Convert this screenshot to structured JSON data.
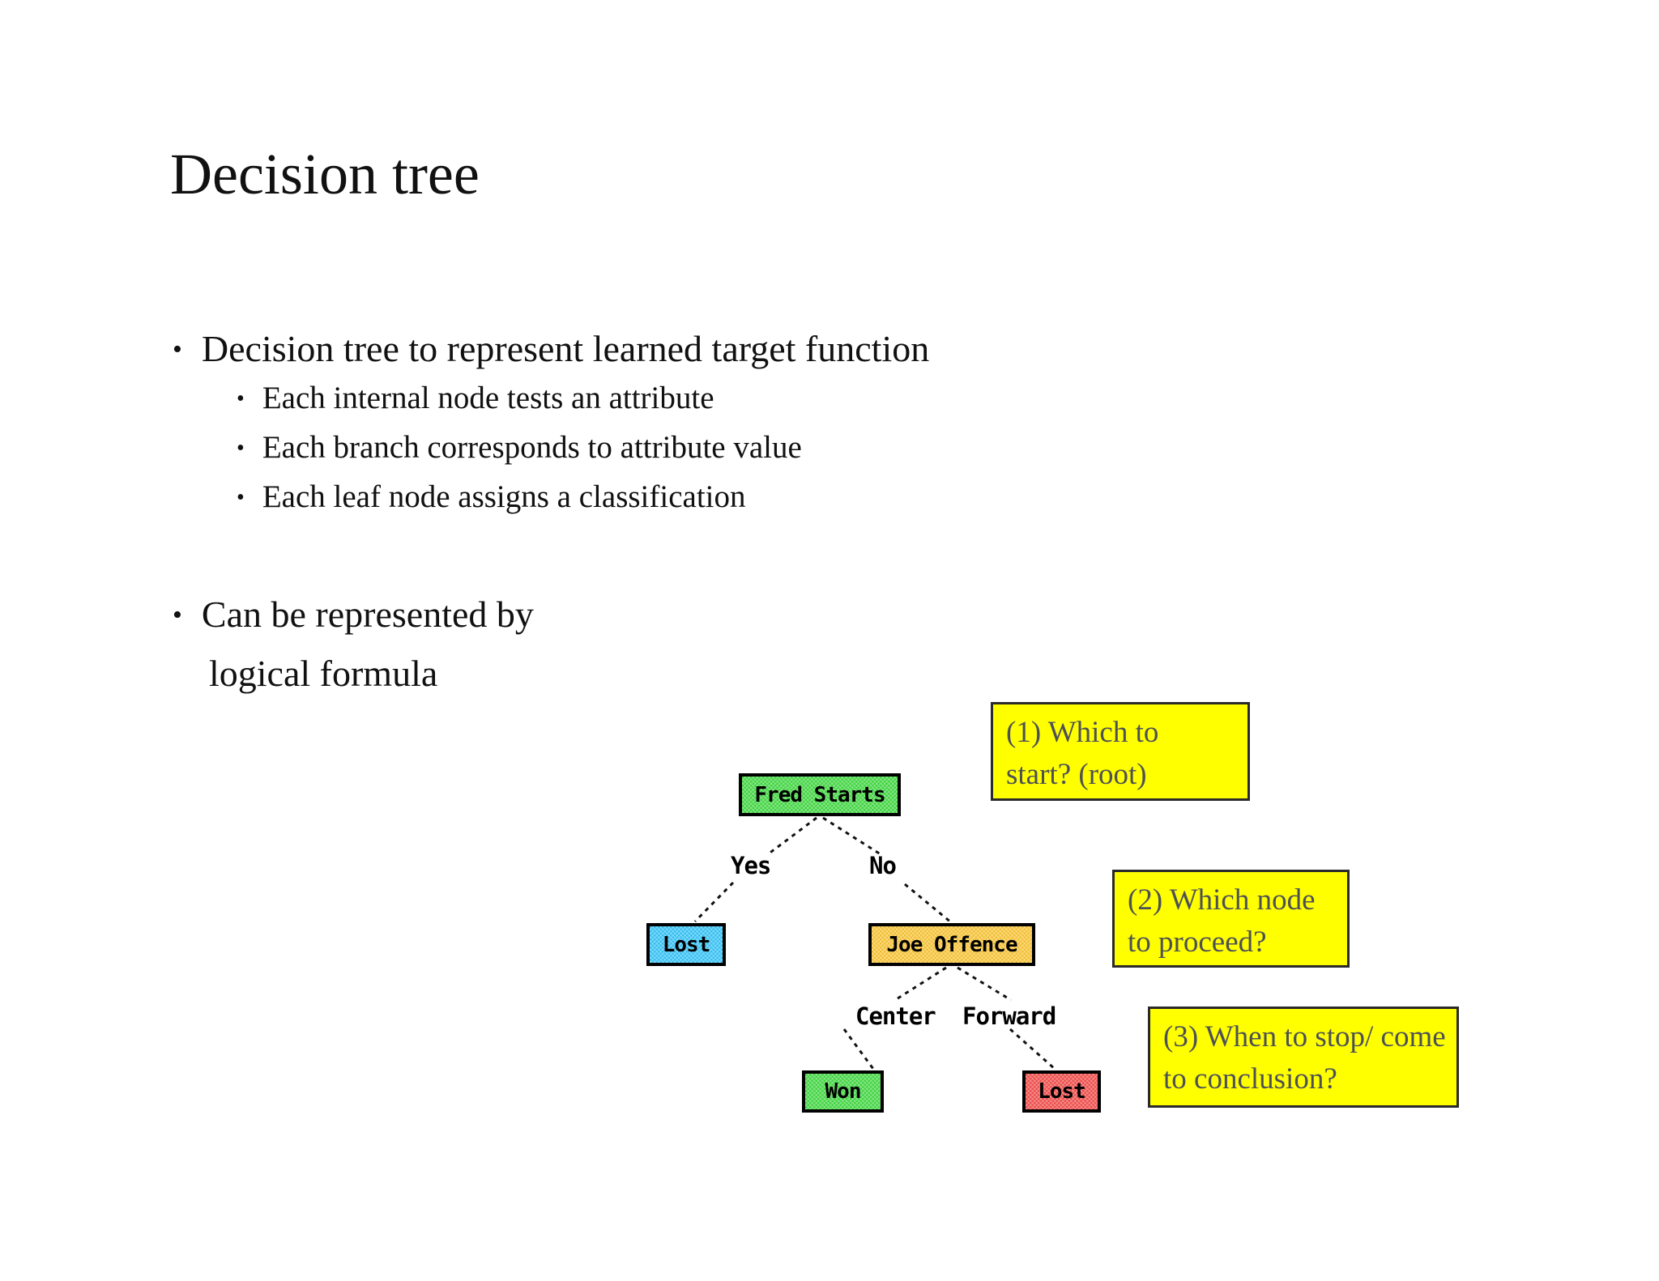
{
  "slide": {
    "title": "Decision tree",
    "bullet_glyph": "•",
    "bullets": {
      "main1": "Decision tree to represent learned target function",
      "sub1": "Each internal node tests an attribute",
      "sub2": "Each branch corresponds to attribute value",
      "sub3": "Each leaf node assigns a classification",
      "main2_line1": "Can be represented by",
      "main2_line2": "logical formula"
    }
  },
  "diagram": {
    "type": "decision-tree",
    "nodes": {
      "root": {
        "label": "Fred Starts",
        "fill": "#4adc4a"
      },
      "leaf_lost_left": {
        "label": "Lost",
        "fill": "#3fc8fa"
      },
      "internal_joe": {
        "label": "Joe Offence",
        "fill": "#fcc93e"
      },
      "leaf_won": {
        "label": "Won",
        "fill": "#4adc4a"
      },
      "leaf_lost_right": {
        "label": "Lost",
        "fill": "#f45552"
      }
    },
    "branch_labels": {
      "yes": "Yes",
      "no": "No",
      "center": "Center",
      "forward": "Forward"
    }
  },
  "notes": {
    "bg": "#ffff00",
    "text_color": "#4d5156",
    "note1": {
      "line1": "(1) Which to",
      "line2": "start? (root)"
    },
    "note2": {
      "line1": "(2) Which node",
      "line2": "to proceed?"
    },
    "note3": {
      "line1": "(3) When to stop/ come",
      "line2": "to conclusion?"
    }
  }
}
